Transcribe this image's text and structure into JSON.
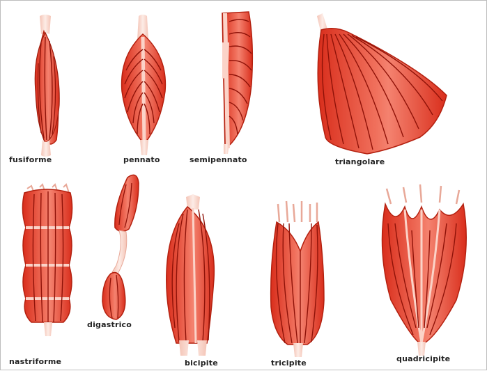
{
  "labels": {
    "fusiforme": "fusiforme",
    "pennato": "pennato",
    "semipennato": "semipennato",
    "triangolare": "triangolare",
    "nastriforme": "nastriforme",
    "digastrico": "digastrico",
    "bicipite": "bicipite",
    "tricipite": "tricipite",
    "quadricipite": "quadricipite"
  },
  "colors": {
    "muscle": "#e8412e",
    "muscle_light": "#f58a78",
    "fiber": "#8f1208",
    "tendon": "#f8d8cf"
  }
}
